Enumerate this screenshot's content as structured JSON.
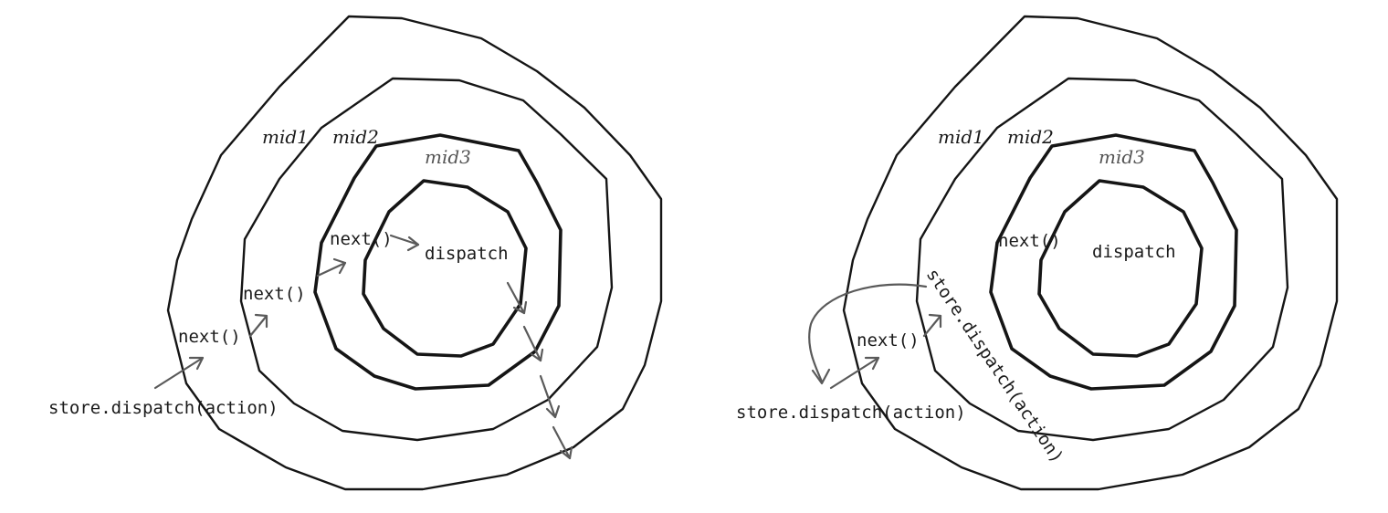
{
  "left_diagram": {
    "layers": [
      "mid1",
      "mid2",
      "mid3"
    ],
    "core": "dispatch",
    "next_labels": [
      "next()",
      "next()",
      "next()"
    ],
    "entry_label": "store.dispatch(action)"
  },
  "right_diagram": {
    "layers": [
      "mid1",
      "mid2",
      "mid3"
    ],
    "core": "dispatch",
    "next_labels": [
      "next()",
      "next()"
    ],
    "entry_label": "store.dispatch(action)",
    "redispatch_label": "store.dispatch(action)"
  },
  "colors": {
    "ring": "#151515",
    "arrow": "#5a5a5a",
    "text": "#1a1a1a"
  }
}
